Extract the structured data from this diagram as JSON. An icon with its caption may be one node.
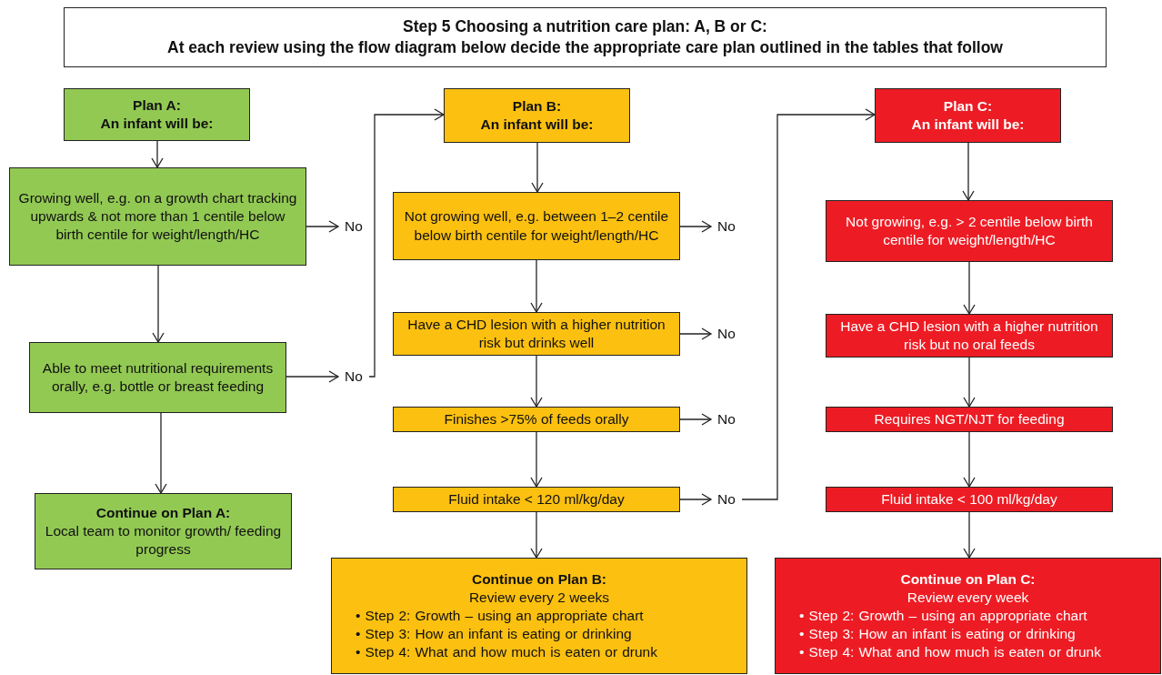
{
  "diagram": {
    "nodes": [
      {
        "text": [
          "Step 5 Choosing a nutrition care plan: A, B or C:",
          "At each review using the flow diagram below decide the appropriate care plan outlined in the tables that follow"
        ]
      },
      {
        "text": [
          "Plan A:",
          "An infant will be:"
        ]
      },
      {
        "text": [
          "Growing well, e.g. on a growth chart tracking upwards & not more than 1 centile below birth centile for weight/length/HC"
        ]
      },
      {
        "text": [
          "No"
        ]
      },
      {
        "text": [
          "Able to meet nutritional requirements orally, e.g. bottle or breast feeding"
        ]
      },
      {
        "text": [
          "No"
        ]
      },
      {
        "text": [
          "Continue on Plan A:",
          "Local team to monitor growth/ feeding progress"
        ]
      },
      {
        "text": [
          "Plan B:",
          "An infant will be:"
        ]
      },
      {
        "text": [
          "Not growing well, e.g. between 1–2 centile below birth centile for weight/length/HC"
        ]
      },
      {
        "text": [
          "No"
        ]
      },
      {
        "text": [
          "Have a CHD lesion with a higher nutrition risk but drinks well"
        ]
      },
      {
        "text": [
          "No"
        ]
      },
      {
        "text": [
          "Finishes >75% of feeds orally"
        ]
      },
      {
        "text": [
          "No"
        ]
      },
      {
        "text": [
          "Fluid intake < 120 ml/kg/day"
        ]
      },
      {
        "text": [
          "No"
        ]
      },
      {
        "text": [
          "Continue on Plan B:",
          "Review every 2 weeks",
          "• Step 2: Growth – using an appropriate chart",
          "• Step 3: How an infant is eating or drinking",
          "• Step 4: What and how much is eaten or drunk"
        ]
      },
      {
        "text": [
          "Plan C:",
          "An infant will be:"
        ]
      },
      {
        "text": [
          "Not growing, e.g. > 2 centile below birth centile for weight/length/HC"
        ]
      },
      {
        "text": [
          "Have a CHD lesion with a higher nutrition risk but no oral feeds"
        ]
      },
      {
        "text": [
          "Requires NGT/NJT for feeding"
        ]
      },
      {
        "text": [
          "Fluid intake < 100 ml/kg/day"
        ]
      },
      {
        "text": [
          "Continue on Plan C:",
          "Review every week",
          "• Step 2: Growth – using an appropriate chart",
          "• Step 3: How an infant is eating or drinking",
          "• Step 4: What and how much is eaten or drunk"
        ]
      }
    ],
    "edges": [
      {
        "from": 1,
        "to": 2,
        "arrow": "to"
      },
      {
        "from": 2,
        "to": 3,
        "arrow": "to"
      },
      {
        "from": 2,
        "to": 4,
        "arrow": "to"
      },
      {
        "from": 4,
        "to": 5,
        "arrow": "to"
      },
      {
        "from": 4,
        "to": 6,
        "arrow": "to"
      },
      {
        "from": 5,
        "to": 7,
        "arrow": "to"
      },
      {
        "from": 7,
        "to": 8,
        "arrow": "to"
      },
      {
        "from": 8,
        "to": 9,
        "arrow": "to"
      },
      {
        "from": 8,
        "to": 10,
        "arrow": "to"
      },
      {
        "from": 10,
        "to": 11,
        "arrow": "to"
      },
      {
        "from": 10,
        "to": 12,
        "arrow": "to"
      },
      {
        "from": 12,
        "to": 13,
        "arrow": "to"
      },
      {
        "from": 12,
        "to": 14,
        "arrow": "to"
      },
      {
        "from": 14,
        "to": 15,
        "arrow": "to"
      },
      {
        "from": 14,
        "to": 16,
        "arrow": "to"
      },
      {
        "from": 15,
        "to": 17,
        "arrow": "to"
      },
      {
        "from": 17,
        "to": 18,
        "arrow": "to"
      },
      {
        "from": 18,
        "to": 19,
        "arrow": "to"
      },
      {
        "from": 19,
        "to": 20,
        "arrow": "to"
      },
      {
        "from": 20,
        "to": 21,
        "arrow": "to"
      },
      {
        "from": 21,
        "to": 22,
        "arrow": "to"
      }
    ]
  }
}
